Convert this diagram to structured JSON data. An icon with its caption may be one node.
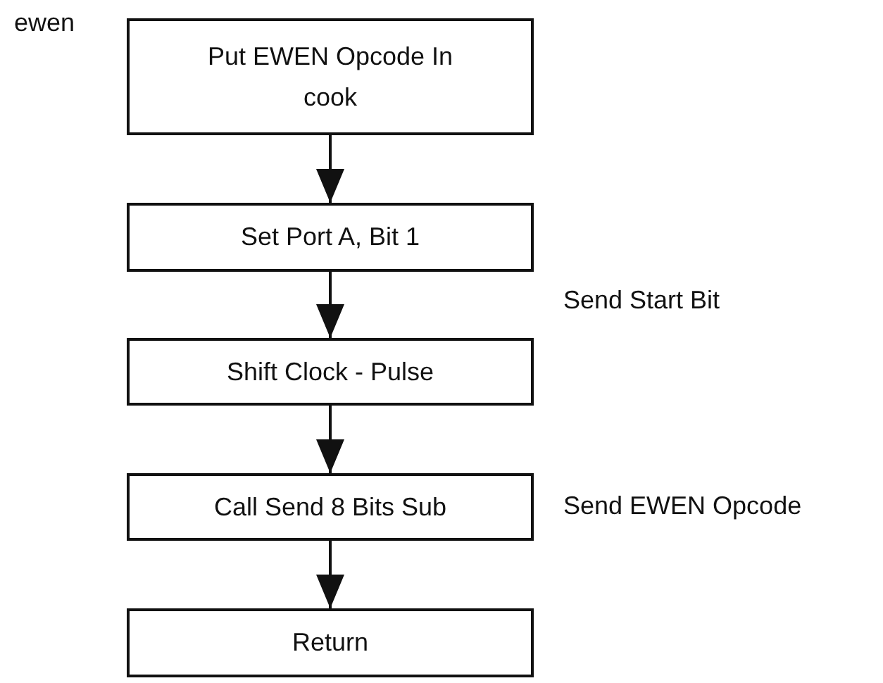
{
  "diagram": {
    "nodes": [
      {
        "text": [
          "Put EWEN Opcode In cook"
        ],
        "beside": [
          "ewen"
        ]
      },
      {
        "text": [
          "Set Port A, Bit 1"
        ]
      },
      {
        "text": [
          "Shift Clock - Pulse"
        ]
      },
      {
        "text": [
          "Call Send 8 Bits Sub"
        ]
      },
      {
        "text": [
          "Return"
        ]
      }
    ],
    "edges": [
      {
        "from": 0,
        "to": 1,
        "arrow": "to"
      },
      {
        "from": 1,
        "to": 2,
        "arrow": "to"
      },
      {
        "from": 2,
        "to": 3,
        "arrow": "to"
      },
      {
        "from": 3,
        "to": 4,
        "arrow": "to"
      }
    ],
    "labels": [
      "Send Start Bit",
      "Send EWEN Opcode"
    ]
  }
}
